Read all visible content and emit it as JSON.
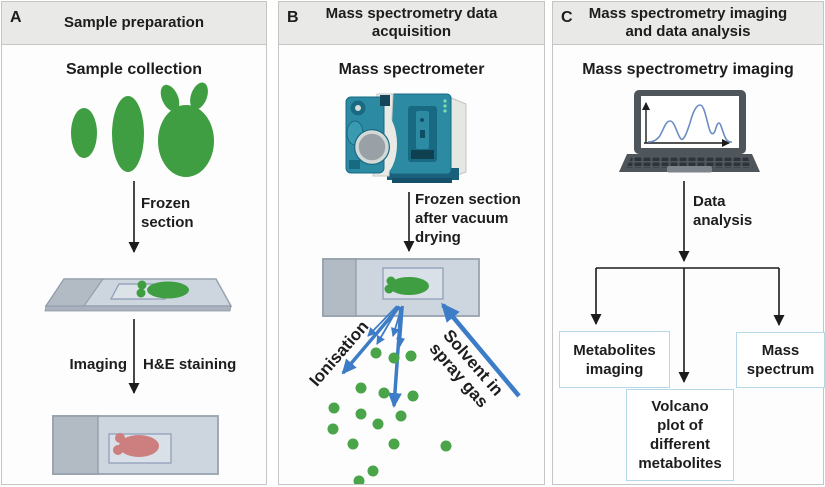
{
  "figure": {
    "type": "workflow-diagram",
    "topic": "Mass spectrometry imaging workflow"
  },
  "panels": {
    "a": {
      "label": "A",
      "title": "Sample preparation",
      "collection": "Sample collection",
      "frozen": "Frozen\nsection",
      "imaging": "Imaging",
      "he": "H&E  staining"
    },
    "b": {
      "label": "B",
      "title": "Mass spectrometry data\nacquisition",
      "instrument": "Mass spectrometer",
      "frozen": "Frozen section\nafter vacuum\ndrying",
      "ionisation": "Ionisation",
      "solvent": "Solvent in\nspray gas"
    },
    "c": {
      "label": "C",
      "title": "Mass spectrometry imaging\nand data analysis",
      "imaging": "Mass spectrometry imaging",
      "analysis": "Data\nanalysis",
      "box_metabolites": "Metabolites\nimaging",
      "box_mass": "Mass\nspectrum",
      "box_volcano": "Volcano\nplot of\ndifferent\nmetabolites"
    }
  },
  "colors": {
    "header_bg": "#e9e9e7",
    "panel_border": "#c5c5c3",
    "sample_green": "#3f9e42",
    "dot_green": "#4aa44a",
    "spray_blue": "#3d7cc6",
    "stain_pink": "#cd7e7e",
    "slide_body": "#cdd6de",
    "slide_label": "#b2bac4",
    "instrument_teal": "#2d8aa3",
    "flow_box_border": "#b5d7e7",
    "text": "#1d1d1d"
  }
}
